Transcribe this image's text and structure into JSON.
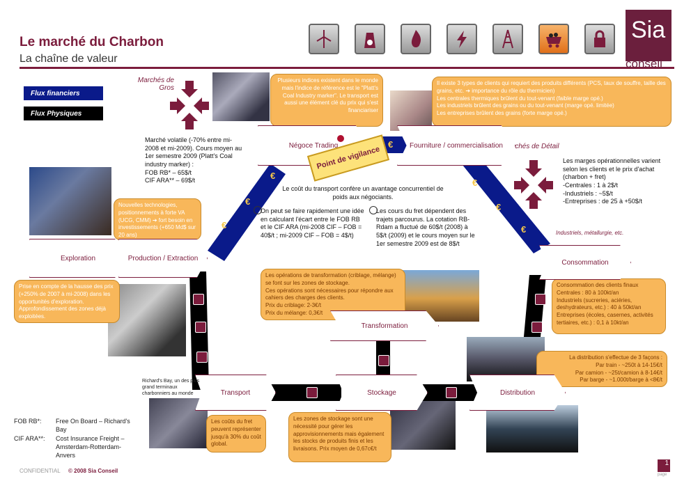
{
  "header": {
    "title": "Le marché du Charbon",
    "subtitle": "La chaîne de valeur",
    "icons": [
      "wind-turbine-icon",
      "nuclear-plant-icon",
      "flame-icon",
      "lightning-icon",
      "oil-derrick-icon",
      "coal-cart-icon",
      "lock-icon"
    ]
  },
  "logo": {
    "name": "Sia",
    "sub": "conseil"
  },
  "legend": {
    "financial": "Flux financiers",
    "physical": "Flux Physiques"
  },
  "markets": {
    "wholesale": "Marchés de Gros",
    "retail": "Marchés de Détail",
    "industrial": "Industriels, métallurgie, etc."
  },
  "notes": {
    "indices": "Plusieurs indices existent dans le monde mais l'indice de référence est le \"Platt's Coal Industry marker\". Le transport est aussi une élément clé du prix qui s'est financiariser",
    "clients": [
      "Il existe 3 types de clients qui requiert des produits différents (PCS, taux de souffre, taille des grains, etc. ➔ importance du rôle du thermicien)",
      "Les centrales thermiques brûlent du tout-venant (faible marge opé.)",
      "Les industriels  brûlent des grains ou du tout-venant (marge opé. limitée)",
      "Les entreprises brûlent des grains (forte marge opé.)"
    ],
    "technologies": "Nouvelles technologies, positionnements à forte VA (UCG, CMM) ➔ fort besoin en investissements (+650 Md$ sur 20 ans)",
    "exploration": "Prise en compte de la hausse des prix (+250% de 2007 à mi-2008) dans les opportunités d'exploration. Approfondissement des zones déjà exploitées.",
    "transformation": [
      "Les opérations de transformation (criblage, mélange) se font sur les zones de stockage.",
      "Ces opérations sont nécessaires pour répondre aux cahiers des charges des clients.",
      "Prix du criblage: 2-3€/t",
      "Prix du mélange: 0,3€/t"
    ],
    "consumption": [
      "Consommation des clients finaux",
      "Centrales : 80 à 100kt/an",
      "Industriels (sucreries, aciéries, deshydrateurs, etc.) : 40 à 50kt/an",
      "Entreprises (écoles, casernes, activités tertiaires, etc.) : 0,1 à 10kt/an"
    ],
    "distribution": [
      "La distribution s'effectue de 3 façons :",
      "Par train - ~250t à 14-15€/t",
      "Par camion - ~25t/camion à 8-14€/t",
      "Par barge - ~1.000t/barge à <8€/t"
    ],
    "transport": "Les coûts du fret peuvent représenter jusqu'à 30% du coût global.",
    "storage": "Les zones de stockage sont une nécessité pour gérer les approvisionnements mais également les stocks de produits finis et les livraisons. Prix moyen de 0,67c€/t"
  },
  "steps": {
    "negoce": "Négoce Trading",
    "fourniture": "Fourniture / commercialisation",
    "exploration": "Exploration",
    "production": "Production / Extraction",
    "consommation": "Consommation",
    "transformation": "Transformation",
    "transport": "Transport",
    "stockage": "Stockage",
    "distribution": "Distribution"
  },
  "vigilance": "Point de vigilance",
  "texts": {
    "volatile": "Marché volatile (-70% entre mi-2008 et mi-2009). Cours moyen au 1er semestre 2009 (Platt's Coal industry marker) :",
    "fob": "FOB RB* – 65$/t",
    "cif": "CIF ARA** – 69$/t",
    "transport_cost": "Le coût du transport confère un avantage concurrentiel de poids aux négociants.",
    "point1": "On peut se faire rapidement une idée en calculant l'écart entre le FOB RB et le CIF ARA (mi-2008 CIF – FOB = 40$/t ; mi-2009 CIF – FOB = 4$/t)",
    "point2": "Les cours du fret dépendent des trajets parcourus. La cotation RB-Rdam a fluctué de 60$/t (2008) à 5$/t (2009) et le cours moyen sur le 1er semestre 2009 est de 8$/t",
    "margins": "Les marges opérationnelles varient selon les clients et le prix d'achat (charbon + fret)",
    "margins_list": [
      "-Centrales : 1 à 2$/t",
      "-Industriels : ~5$/t",
      "-Entreprises : de 25 à +50$/t"
    ],
    "richards": "Richard's Bay, un des plus grand terminaux charbonniers au monde"
  },
  "footnotes": [
    {
      "key": "FOB RB*:",
      "value": "Free On Board – Richard's Bay"
    },
    {
      "key": "CIF ARA**:",
      "value": "Cost Insurance Freight – Amsterdam-Rotterdam-Anvers"
    }
  ],
  "footer": {
    "confidential": "CONFIDENTIAL",
    "copyright": "© 2008 Sia Conseil",
    "page": "1",
    "page_label": "page"
  },
  "colors": {
    "brand": "#7b1c3c",
    "financial": "#0a1a8a",
    "physical": "#000000",
    "note": "#f8b75a"
  }
}
